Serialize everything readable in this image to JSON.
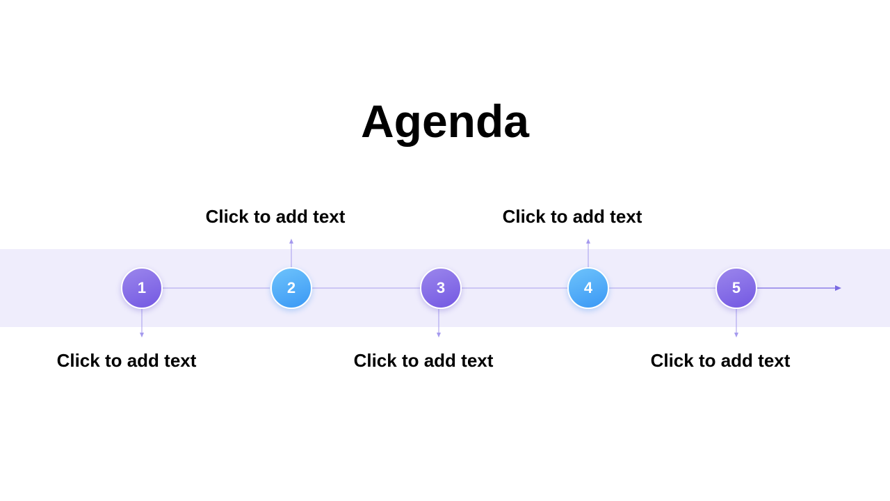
{
  "slide": {
    "title": "Agenda"
  },
  "colors": {
    "band": "#efedfc",
    "purple_start": "#9b86ec",
    "purple_end": "#7358e2",
    "blue_start": "#6ec3fb",
    "blue_end": "#3a98f5",
    "line": "#8b7ee6"
  },
  "steps": [
    {
      "number": "1",
      "label": "Click to add text",
      "label_side": "bottom",
      "style": "purple"
    },
    {
      "number": "2",
      "label": "Click to add text",
      "label_side": "top",
      "style": "blue"
    },
    {
      "number": "3",
      "label": "Click to add text",
      "label_side": "bottom",
      "style": "purple"
    },
    {
      "number": "4",
      "label": "Click to add text",
      "label_side": "top",
      "style": "blue"
    },
    {
      "number": "5",
      "label": "Click to add text",
      "label_side": "bottom",
      "style": "purple"
    }
  ]
}
